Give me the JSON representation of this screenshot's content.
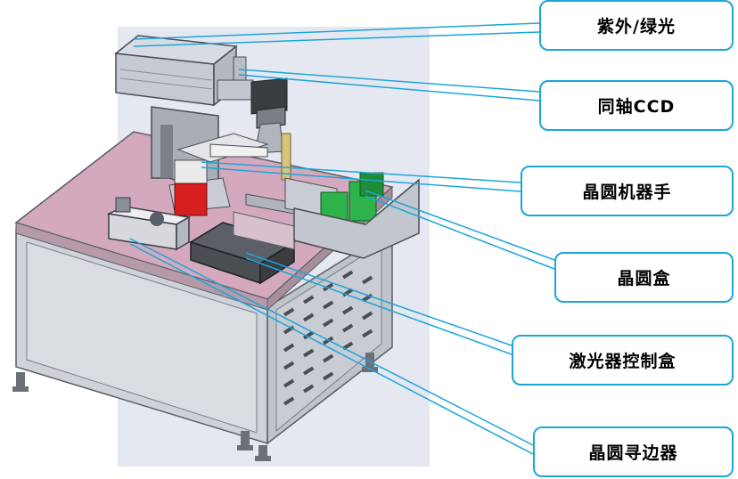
{
  "colors": {
    "leader_line": "#1aa6d9",
    "box_border": "#1aa6d9",
    "table_top": "#d5a9bd",
    "frame": "#c9ccd2",
    "backdrop": "#e6e8f1",
    "laser_body": "#c6cad3",
    "red_cylinder": "#d81f1f",
    "green_cassette": "#2db34a",
    "controller_box": "#4a4d52"
  },
  "labels": {
    "uv_green": "紫外/绿光",
    "coaxial_ccd": "同轴CCD",
    "wafer_robot": "晶圆机器手",
    "wafer_cassette": "晶圆盒",
    "laser_controller": "激光器控制盒",
    "wafer_aligner": "晶圆寻边器"
  }
}
